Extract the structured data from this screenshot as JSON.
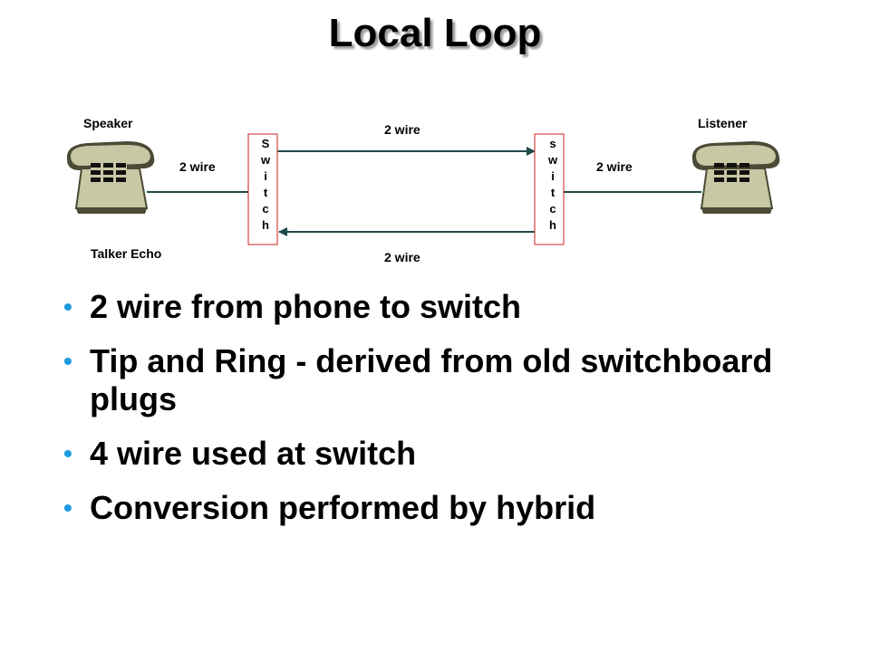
{
  "title": "Local Loop",
  "diagram": {
    "speaker_label": "Speaker",
    "listener_label": "Listener",
    "talker_echo_label": "Talker Echo",
    "left_wire_label": "2 wire",
    "right_wire_label": "2 wire",
    "top_wire_label": "2 wire",
    "bottom_wire_label": "2 wire",
    "left_switch_letters": [
      "S",
      "w",
      "i",
      "t",
      "c",
      "h"
    ],
    "right_switch_letters": [
      "s",
      "w",
      "i",
      "t",
      "c",
      "h"
    ],
    "colors": {
      "line": "#1f4a4a",
      "phone_body": "#c8c8a4",
      "phone_shadow": "#4a4a36",
      "keypad": "#111111",
      "switch_border": "#cc2222"
    }
  },
  "bullets": [
    "2 wire from phone to switch",
    "Tip and Ring - derived from old switchboard plugs",
    "4 wire used at switch",
    "Conversion performed by hybrid"
  ],
  "bullet_color": "#1f9be0"
}
